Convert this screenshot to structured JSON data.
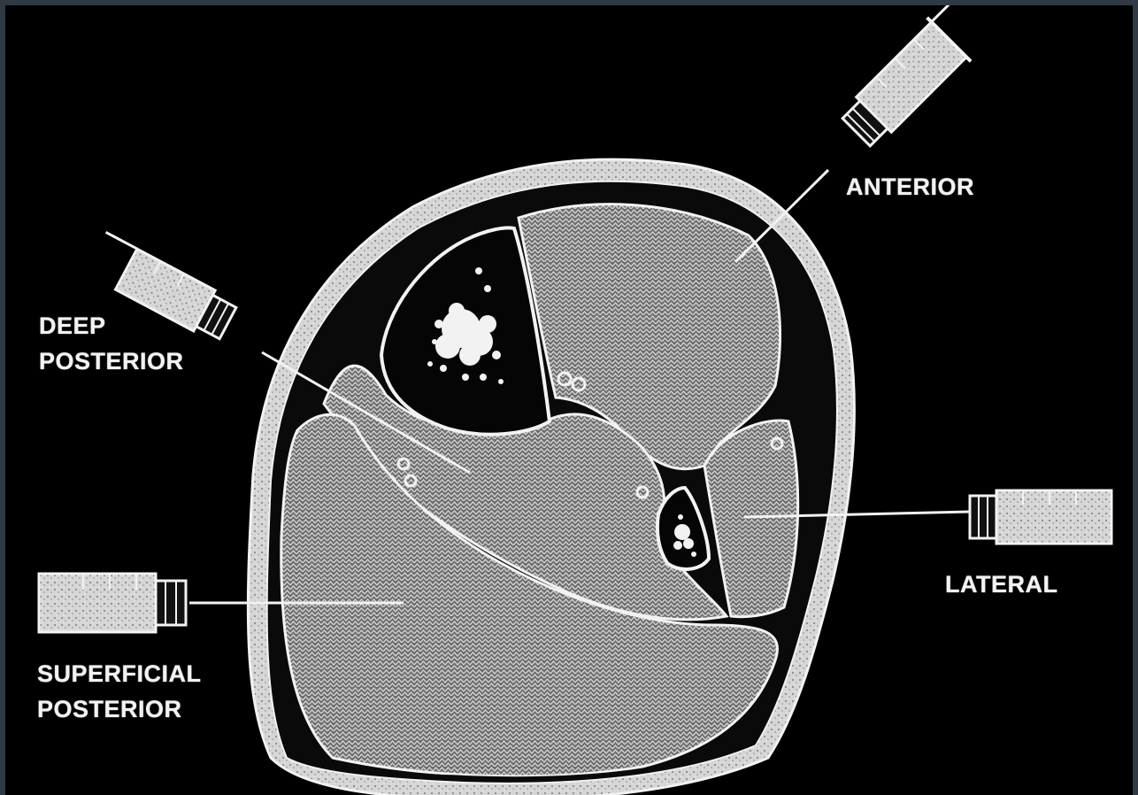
{
  "labels": {
    "anterior": "ANTERIOR",
    "deep_posterior": [
      "DEEP",
      "POSTERIOR"
    ],
    "lateral": "LATERAL",
    "superficial_posterior": [
      "SUPERFICIAL",
      "POSTERIOR"
    ]
  },
  "colors": {
    "background": "#000000",
    "border": "#2f3a44",
    "drawing": "#f2f2f2",
    "compartment_fill": "#8a8a8a"
  },
  "icons": [
    "syringe-icon"
  ]
}
